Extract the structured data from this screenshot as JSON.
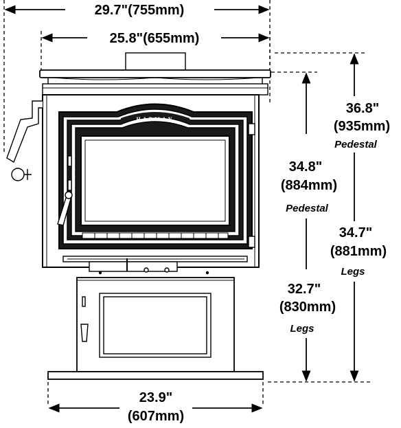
{
  "brand": "HARMAN",
  "dimensions": {
    "overall_width": "29.7\"(755mm)",
    "top_width": "25.8\"(655mm)",
    "base_width_in": "23.9\"",
    "base_width_mm": "(607mm)",
    "outer_pedestal_in": "36.8\"",
    "outer_pedestal_mm": "(935mm)",
    "outer_pedestal_label": "Pedestal",
    "outer_legs_in": "34.7\"",
    "outer_legs_mm": "(881mm)",
    "outer_legs_label": "Legs",
    "inner_pedestal_in": "34.8\"",
    "inner_pedestal_mm": "(884mm)",
    "inner_pedestal_label": "Pedestal",
    "inner_legs_in": "32.7\"",
    "inner_legs_mm": "(830mm)",
    "inner_legs_label": "Legs"
  }
}
